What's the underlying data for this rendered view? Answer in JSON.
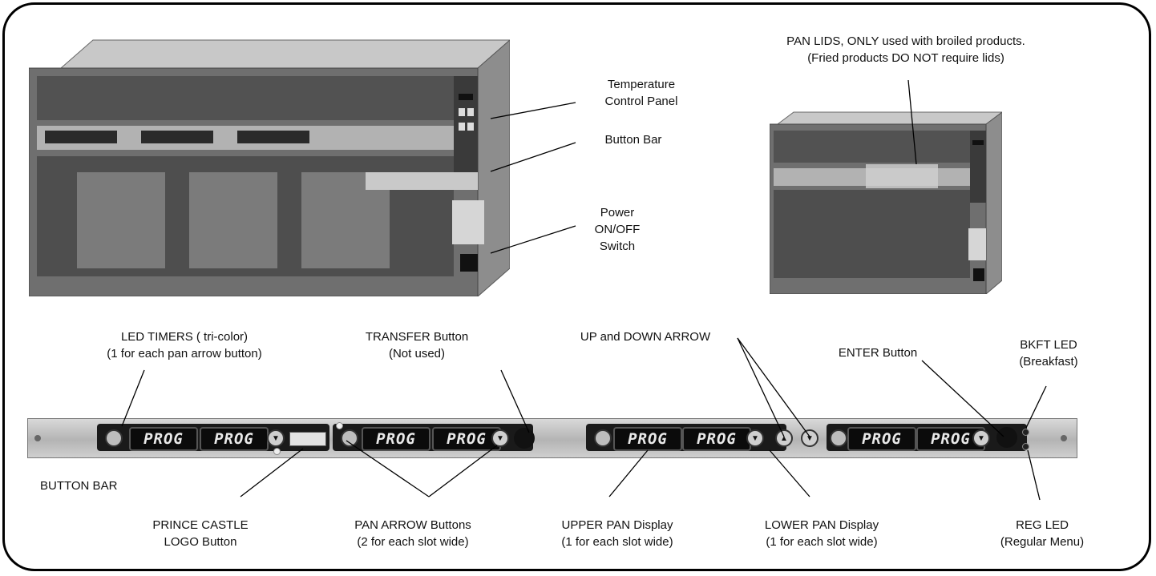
{
  "labels": {
    "temp_panel": [
      "Temperature",
      "Control Panel"
    ],
    "button_bar_top": "Button Bar",
    "power": [
      "Power",
      "ON/OFF",
      "Switch"
    ],
    "pan_lids": [
      "PAN LIDS, ONLY used with broiled products.",
      "(Fried products DO NOT require lids)"
    ],
    "led_timers": [
      "LED TIMERS ( tri-color)",
      "(1 for each pan arrow button)"
    ],
    "transfer": [
      "TRANSFER Button",
      "(Not used)"
    ],
    "updown": "UP and DOWN ARROW",
    "enter": "ENTER Button",
    "bkft": [
      "BKFT LED",
      "(Breakfast)"
    ],
    "button_bar": "BUTTON BAR",
    "prince_castle": [
      "PRINCE CASTLE",
      "LOGO Button"
    ],
    "pan_arrow": [
      "PAN ARROW Buttons",
      "(2 for each slot wide)"
    ],
    "upper_pan": [
      "UPPER PAN Display",
      "(1 for each slot wide)"
    ],
    "lower_pan": [
      "LOWER PAN Display",
      "(1 for each slot wide)"
    ],
    "reg_led": [
      "REG LED",
      "(Regular Menu)"
    ]
  },
  "displays": [
    "PROG",
    "PROG",
    "PROG",
    "PROG",
    "PROG",
    "PROG",
    "PROG",
    "PROG"
  ]
}
